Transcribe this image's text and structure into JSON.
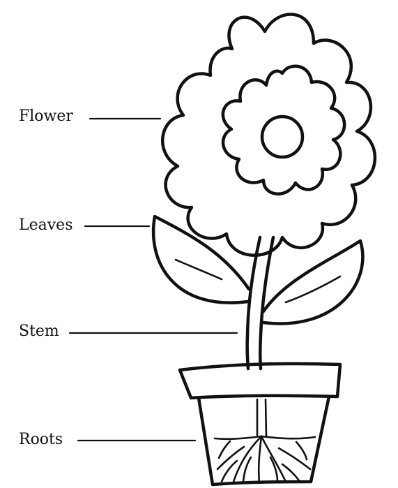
{
  "labels": {
    "flower": "Flower",
    "leaves": "Leaves",
    "stem": "Stem",
    "roots": "Roots"
  }
}
